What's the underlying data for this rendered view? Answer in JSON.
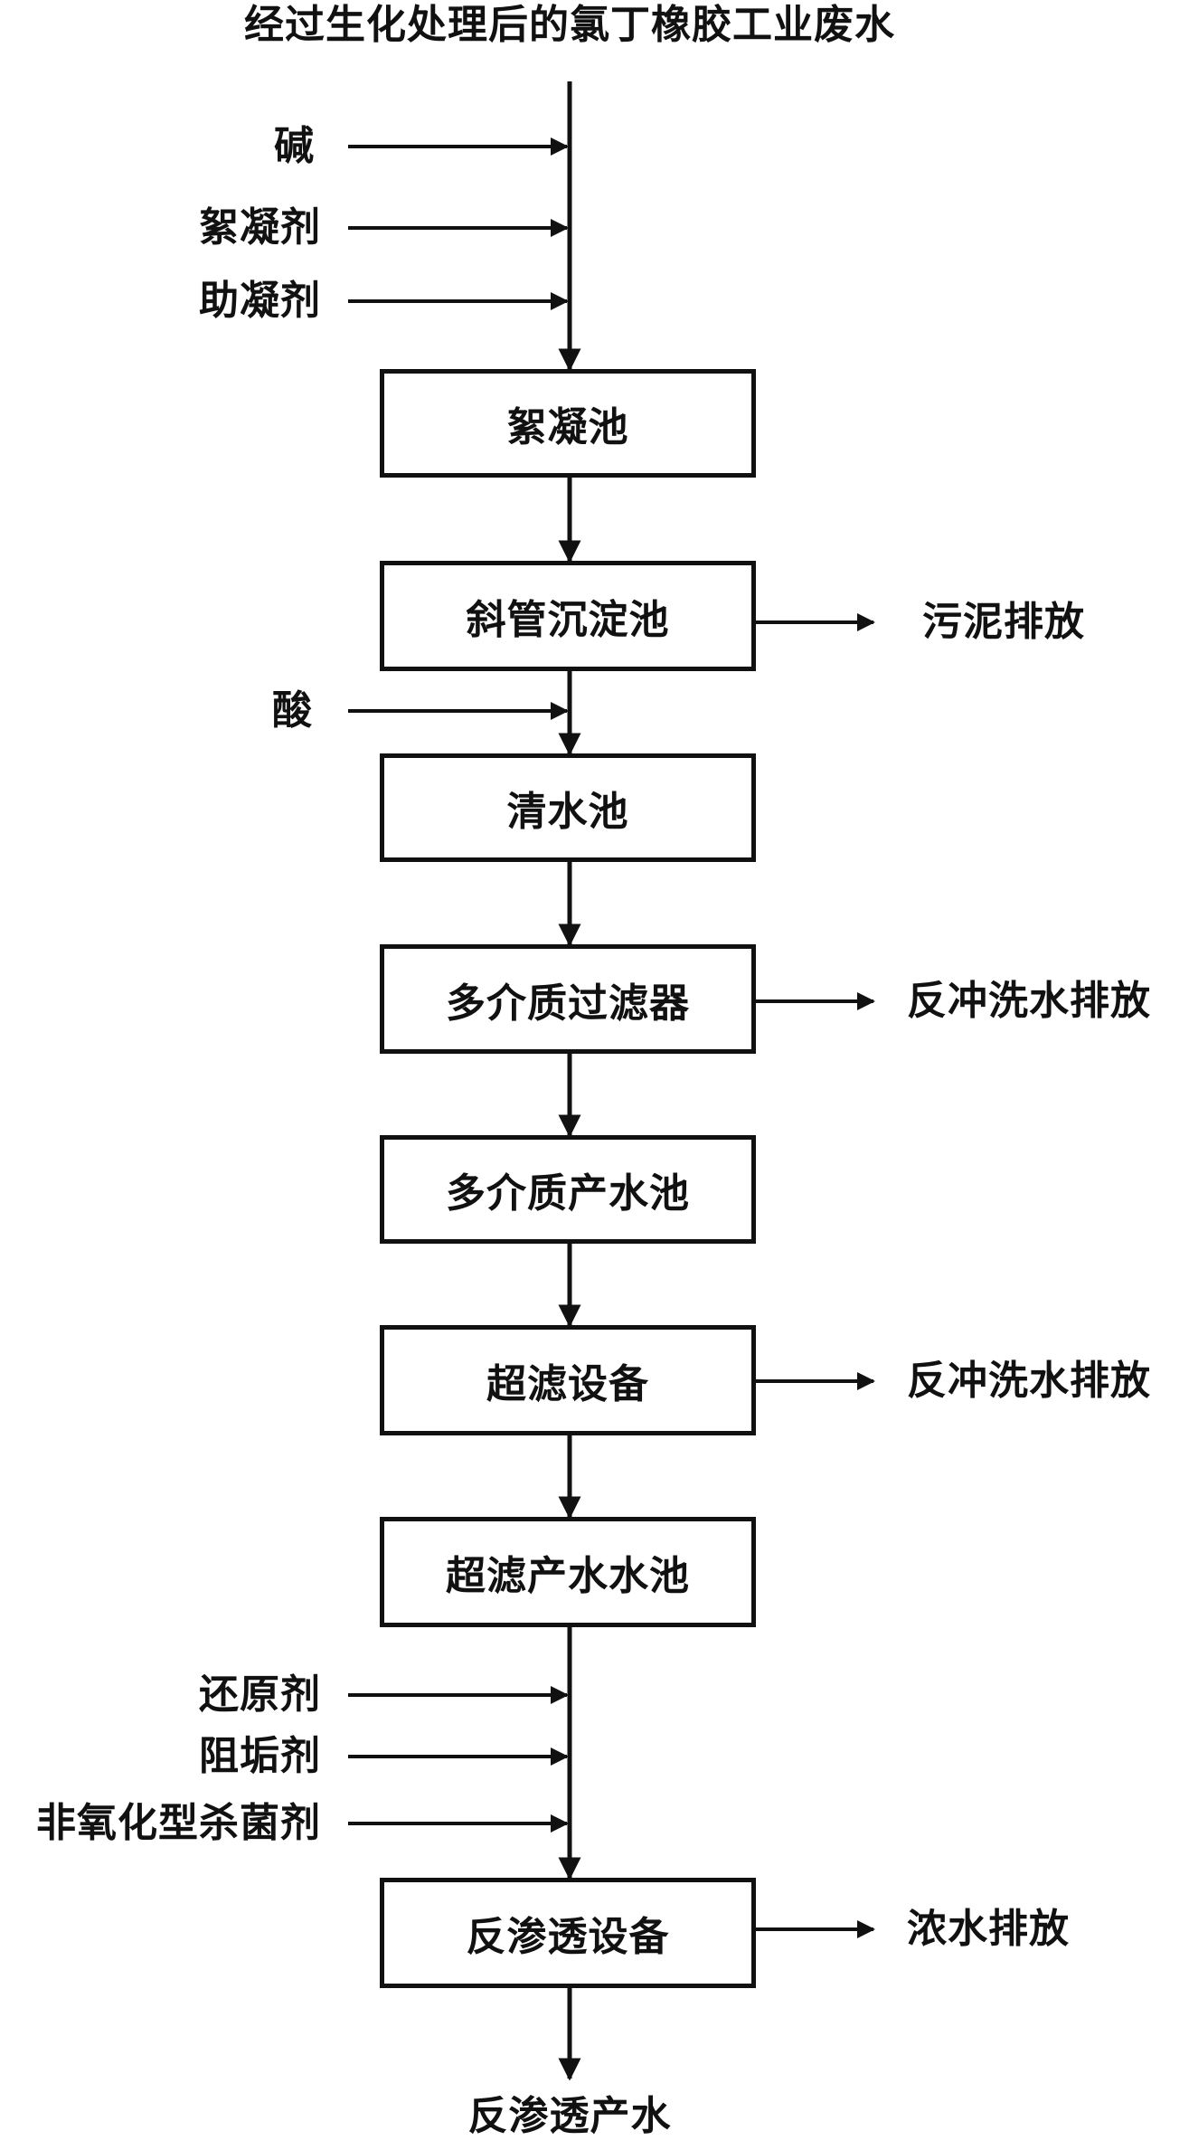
{
  "input_title": "经过生化处理后的氯丁橡胶工业废水",
  "output_title": "反渗透产水",
  "units": [
    {
      "label": "絮凝池"
    },
    {
      "label": "斜管沉淀池"
    },
    {
      "label": "清水池"
    },
    {
      "label": "多介质过滤器"
    },
    {
      "label": "多介质产水池"
    },
    {
      "label": "超滤设备"
    },
    {
      "label": "超滤产水水池"
    },
    {
      "label": "反渗透设备"
    }
  ],
  "additions": [
    {
      "label": "碱"
    },
    {
      "label": "絮凝剂"
    },
    {
      "label": "助凝剂"
    },
    {
      "label": "酸"
    },
    {
      "label": "还原剂"
    },
    {
      "label": "阻垢剂"
    },
    {
      "label": "非氧化型杀菌剂"
    }
  ],
  "discharges": [
    {
      "label": "污泥排放"
    },
    {
      "label": "反冲洗水排放"
    },
    {
      "label": "反冲洗水排放"
    },
    {
      "label": "浓水排放"
    }
  ],
  "colors": {
    "line": "#111111",
    "background": "#ffffff"
  }
}
